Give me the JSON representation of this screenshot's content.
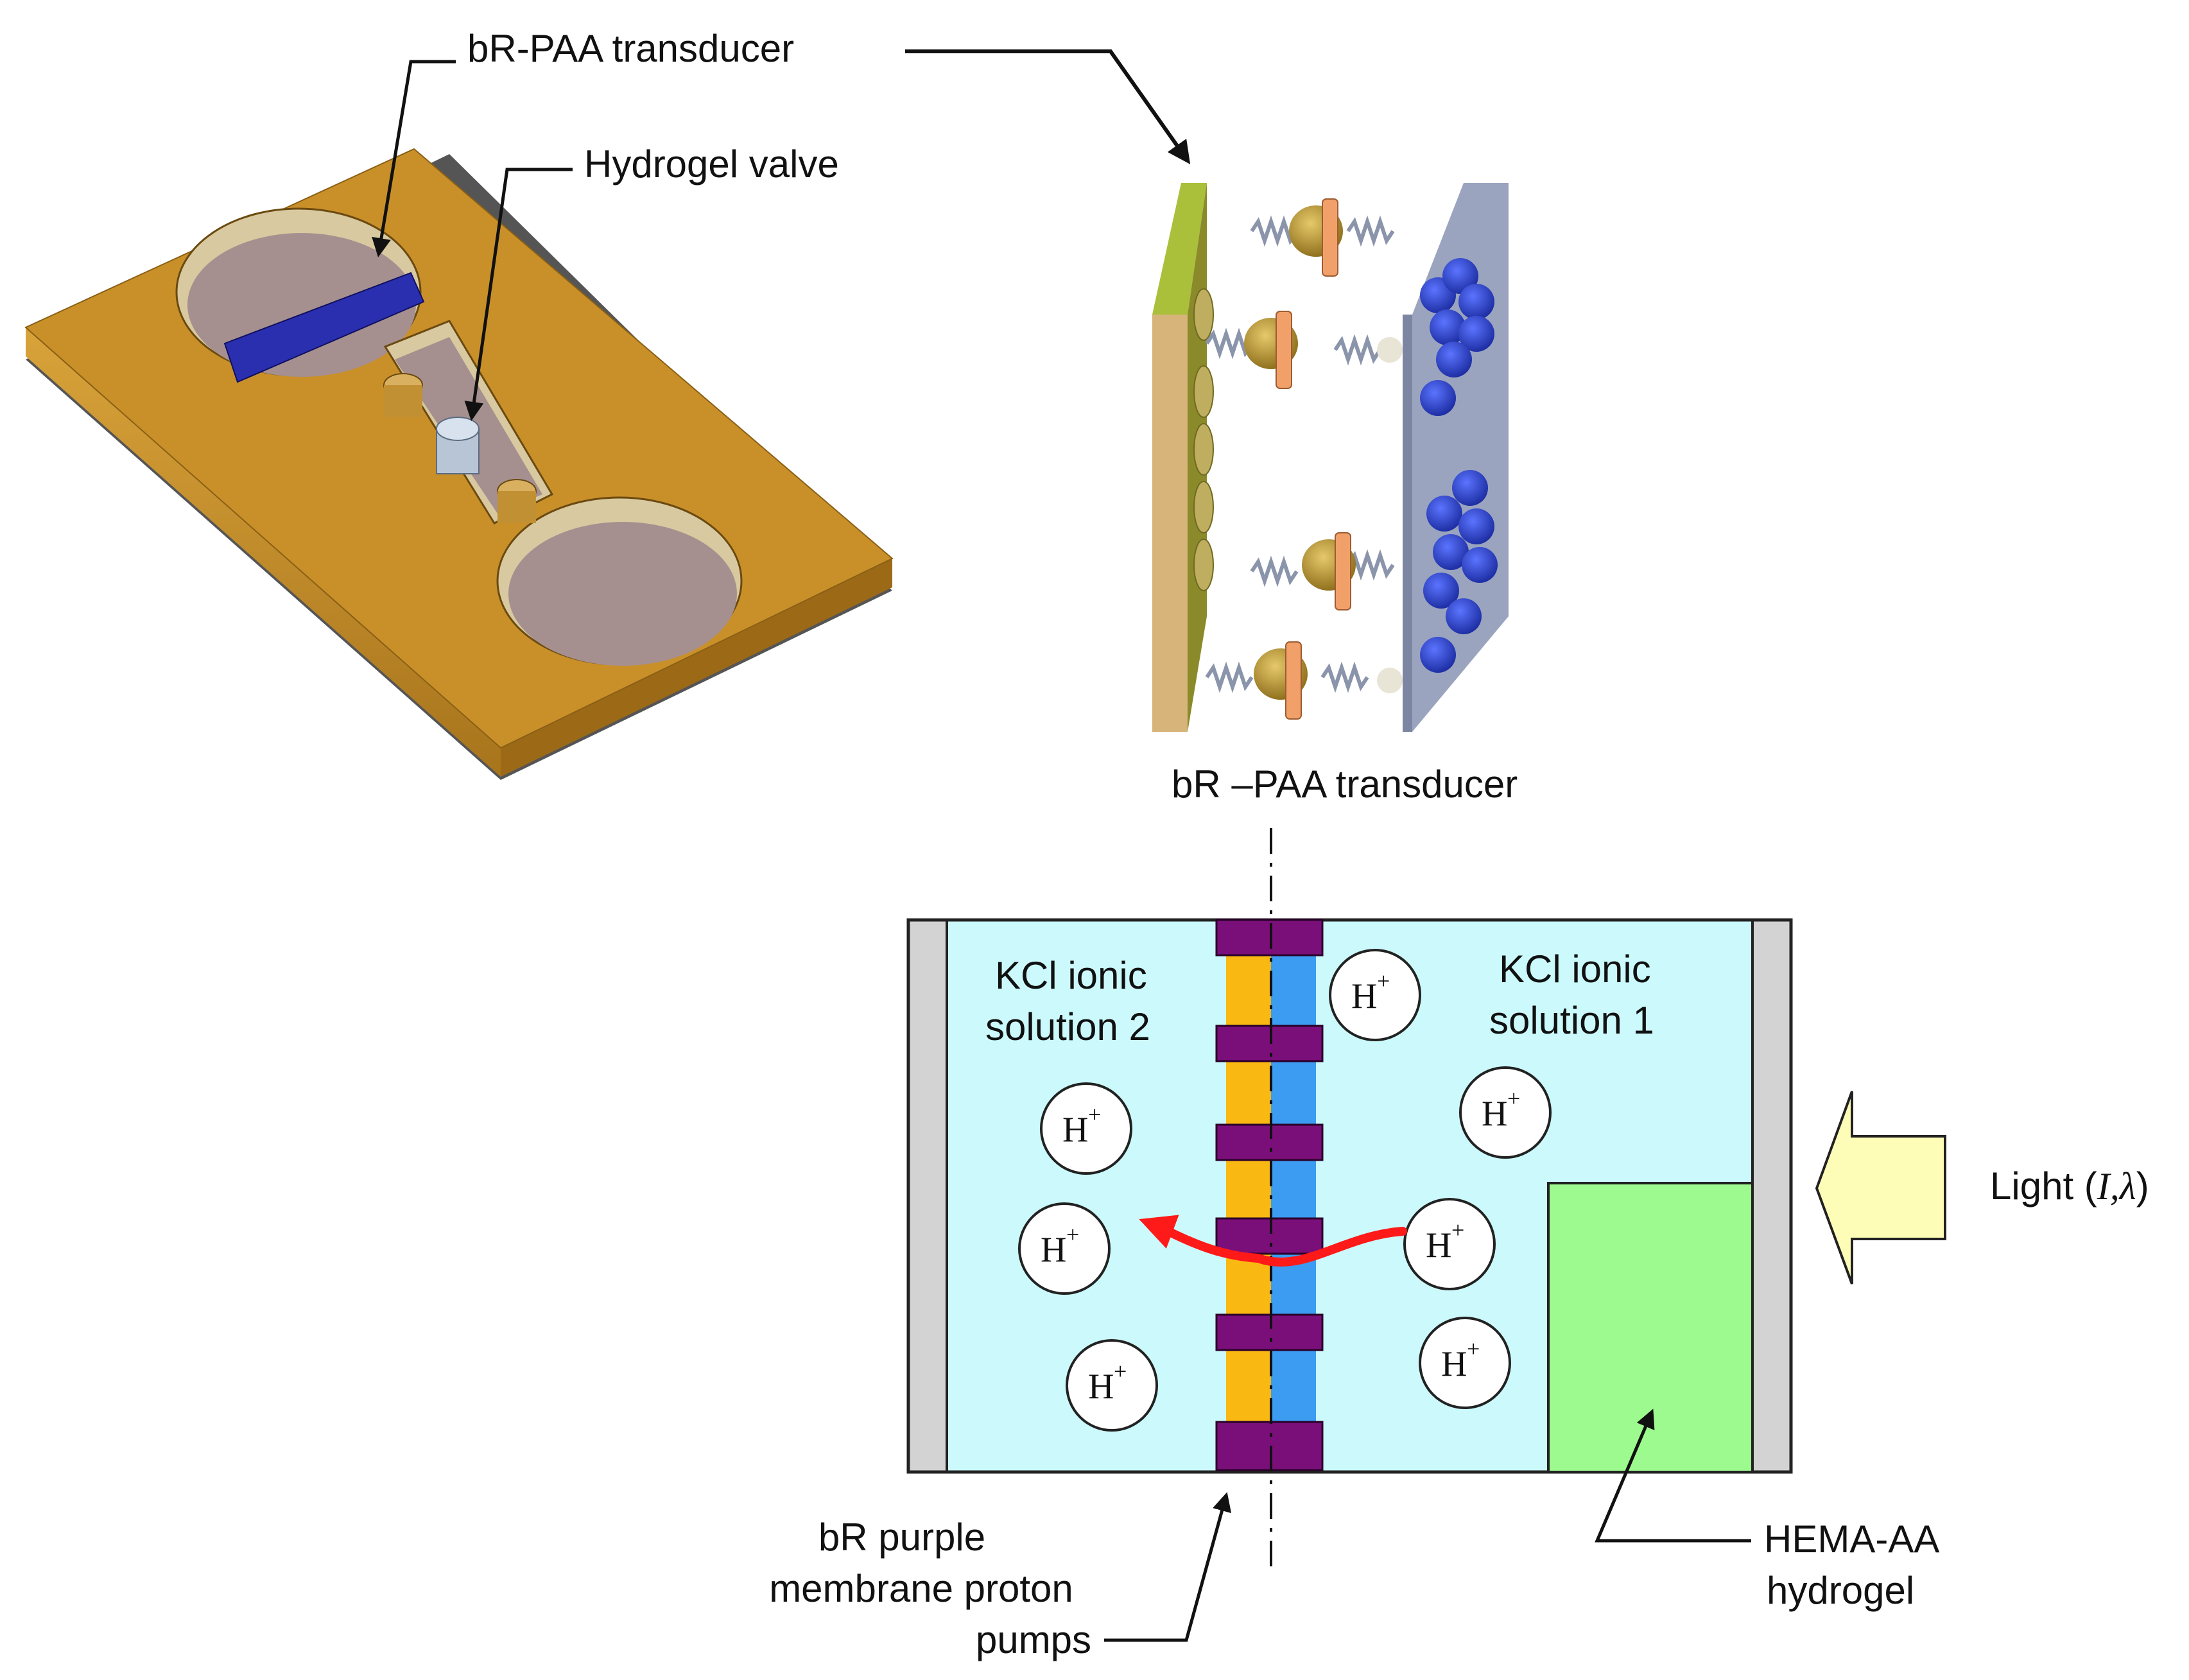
{
  "labels": {
    "device_transducer": "bR-PAA  transducer",
    "device_valve": "Hydrogel valve",
    "transducer_caption": "bR –PAA transducer",
    "kcl2_line1": "KCl ionic",
    "kcl2_line2": "solution 2",
    "kcl1_line1": "KCl ionic",
    "kcl1_line2": "solution 1",
    "light_word": "Light (",
    "light_vars": "I,λ",
    "light_close": ")",
    "membrane_line1": "bR purple",
    "membrane_line2": "membrane proton",
    "membrane_line3": "pumps",
    "hydrogel_line1": "HEMA-AA",
    "hydrogel_line2": "hydrogel"
  },
  "ion": {
    "symbol": "H",
    "charge": "+"
  },
  "colors": {
    "device_body": "#c9902a",
    "device_top": "#b8861f",
    "device_cavity": "#a6908f",
    "transducer_band": "#2a2fb0",
    "solution": "#ccfafc",
    "wall": "#d3d3d3",
    "membrane_orange": "#f9b912",
    "membrane_blue": "#3b9cf2",
    "pump": "#7a0f7a",
    "hydrogel": "#9dfa8e",
    "light_arrow": "#fdfdb7",
    "proton_path": "#ff1a1a"
  }
}
